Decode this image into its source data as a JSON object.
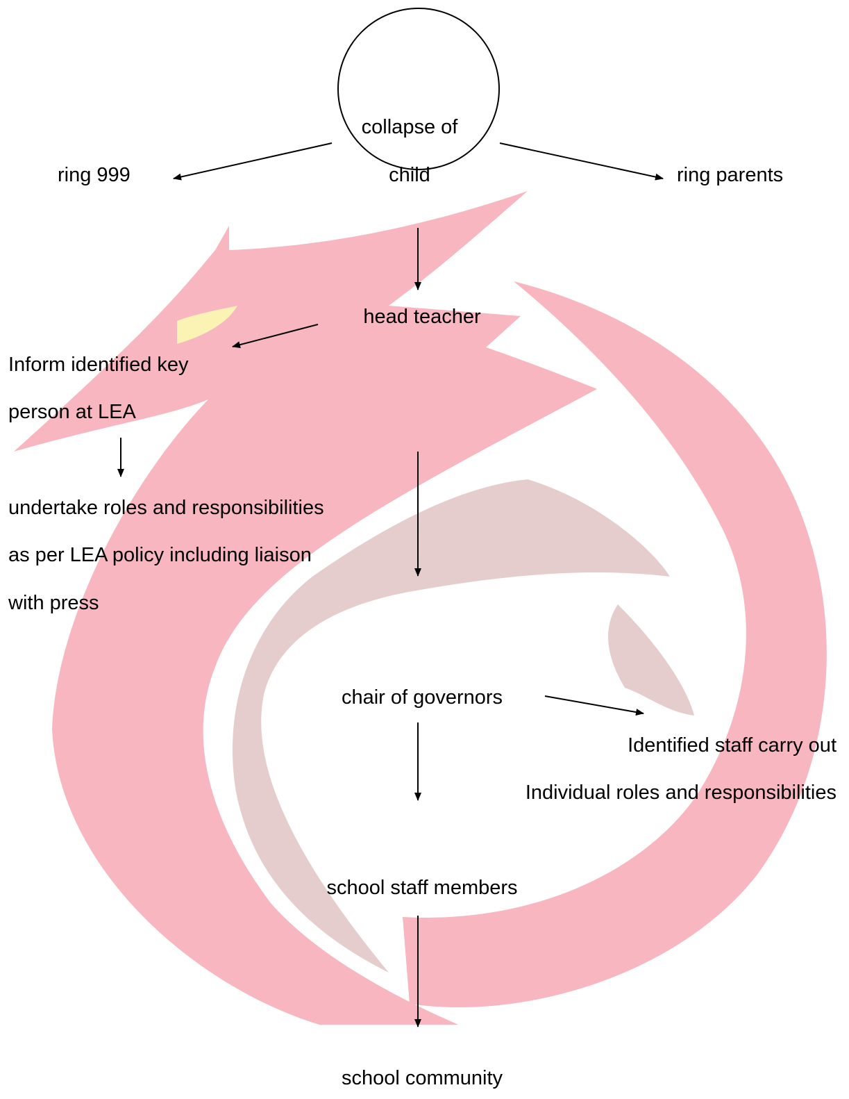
{
  "colors": {
    "watermark_red": "#f7b6c0",
    "watermark_tan": "#e6cdcd",
    "watermark_eye": "#fbf3b4",
    "ink": "#000000"
  },
  "watermark": {
    "kind": "dragon-logo",
    "icon": "dragon-watermark-icon"
  },
  "nodes": {
    "start_line1": "collapse of",
    "start_line2": "child",
    "ring_999": "ring 999",
    "ring_parents": "ring parents",
    "head_teacher": "head teacher",
    "inform_line1": "Inform identified key",
    "inform_line2": "person at LEA",
    "lea_line1": "undertake roles and responsibilities",
    "lea_line2": "as per LEA policy including liaison",
    "lea_line3": "with press",
    "chair": "chair of governors",
    "staff_line1": "Identified staff carry out",
    "staff_line2": "Individual roles and responsibilities",
    "school_staff": "school staff members",
    "community": "school community"
  }
}
